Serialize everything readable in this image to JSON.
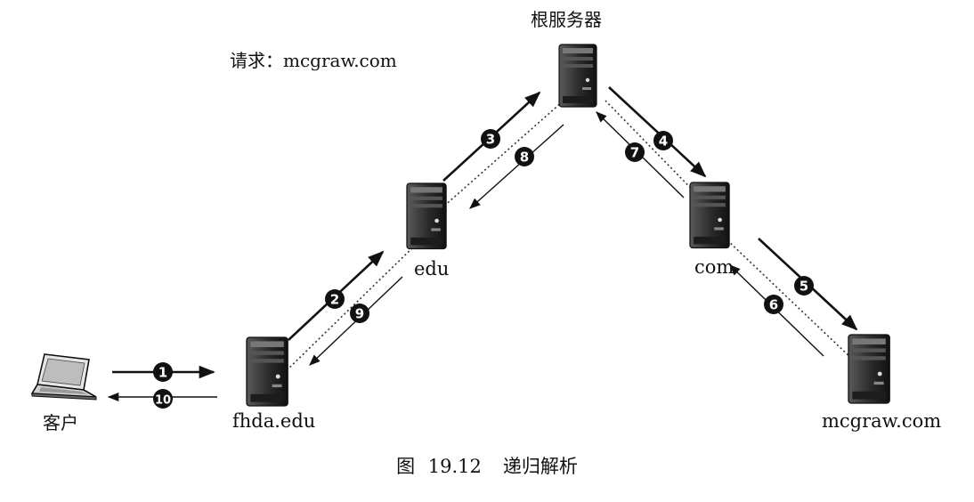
{
  "request": {
    "prefix": "请求：",
    "domain": "mcgraw.com"
  },
  "nodes": {
    "root": "根服务器",
    "edu": "edu",
    "com": "com",
    "fhda": "fhda.edu",
    "mcgraw": "mcgraw.com",
    "client": "客户"
  },
  "steps": [
    "1",
    "2",
    "3",
    "4",
    "5",
    "6",
    "7",
    "8",
    "9",
    "10"
  ],
  "caption": {
    "prefix": "图",
    "number": "19.12",
    "title": "递归解析"
  }
}
